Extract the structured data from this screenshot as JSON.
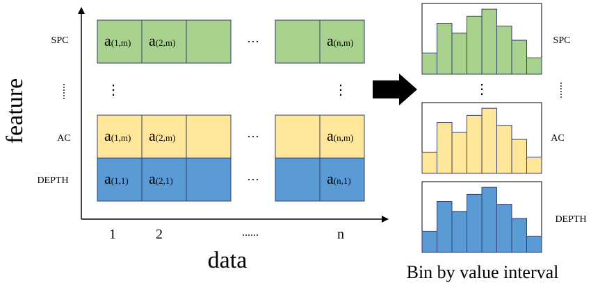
{
  "axes": {
    "y_label": "feature",
    "x_label": "data",
    "row_labels": {
      "spc": "SPC",
      "ac": "AC",
      "depth": "DEPTH"
    },
    "vertical_dots": "......",
    "x_ticks": {
      "t1": "1",
      "t2": "2",
      "dots": "......",
      "tn": "n"
    }
  },
  "matrix": {
    "spc": {
      "c1": "a",
      "c1_sub": "(1,m)",
      "c2": "a",
      "c2_sub": "(2,m)",
      "cn": "a",
      "cn_sub": "(n,m)"
    },
    "ac": {
      "c1": "a",
      "c1_sub": "(1,m)",
      "c2": "a",
      "c2_sub": "(2,m)",
      "cn": "a",
      "cn_sub": "(n,m)"
    },
    "depth": {
      "c1": "a",
      "c1_sub": "(1,1)",
      "c2": "a",
      "c2_sub": "(2,1)",
      "cn": "a",
      "cn_sub": "(n,1)"
    },
    "h_ellipsis": "···",
    "v_ellipsis": "⋮"
  },
  "histograms": {
    "caption": "Bin by value interval",
    "labels": {
      "spc": "SPC",
      "ac": "AC",
      "depth": "DEPTH"
    },
    "side_dots": "......",
    "mid_dots": "⋮",
    "bins": [
      0.3,
      0.72,
      0.58,
      0.82,
      0.92,
      0.68,
      0.48,
      0.23
    ]
  },
  "colors": {
    "green": "#a9d18e",
    "yellow": "#ffe699",
    "blue": "#5b9bd5",
    "stroke": "#2f3d6b",
    "arrow": "#000000"
  }
}
